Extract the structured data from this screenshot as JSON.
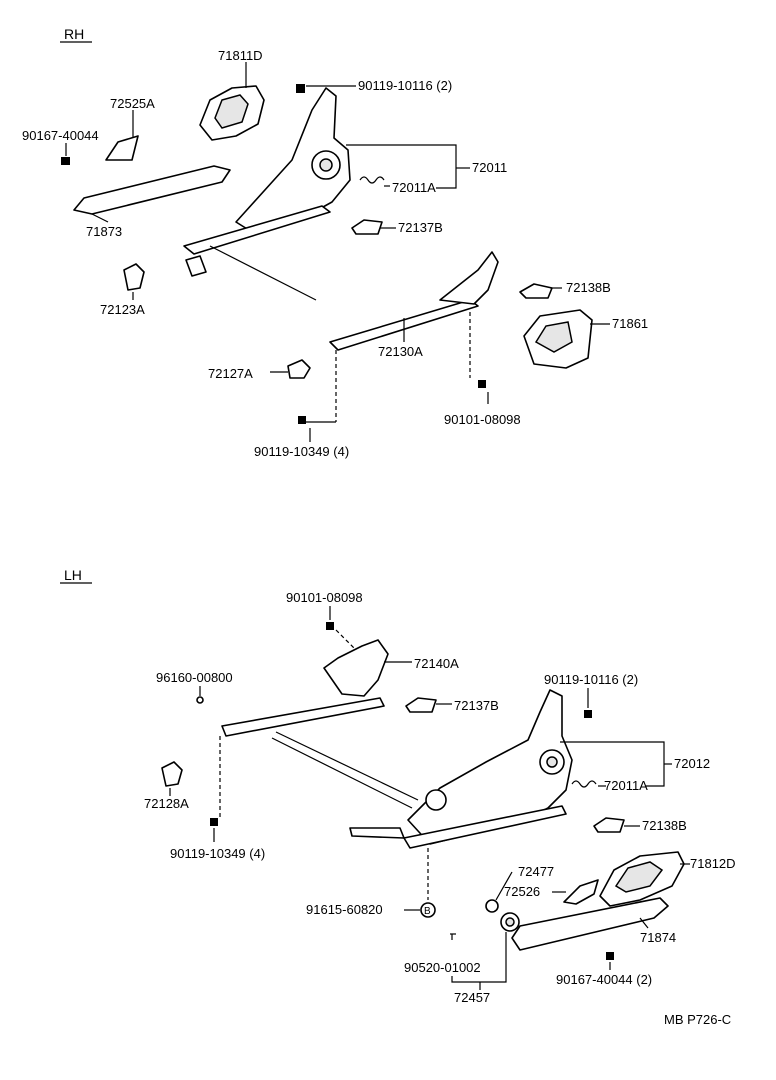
{
  "sections": {
    "rh": "RH",
    "lh": "LH"
  },
  "labels": {
    "l_71811D": "71811D",
    "l_90119_10116_2_rh": "90119-10116 (2)",
    "l_72525A": "72525A",
    "l_90167_40044": "90167-40044",
    "l_72011": "72011",
    "l_72011A_rh": "72011A",
    "l_71873": "71873",
    "l_72137B_rh": "72137B",
    "l_72123A": "72123A",
    "l_72138B_rh": "72138B",
    "l_71861": "71861",
    "l_72130A": "72130A",
    "l_72127A": "72127A",
    "l_90101_08098_rh": "90101-08098",
    "l_90119_10349_4_rh": "90119-10349 (4)",
    "l_90101_08098_lh": "90101-08098",
    "l_72140A": "72140A",
    "l_96160_00800": "96160-00800",
    "l_72137B_lh": "72137B",
    "l_90119_10116_2_lh": "90119-10116 (2)",
    "l_72012": "72012",
    "l_72011A_lh": "72011A",
    "l_72128A": "72128A",
    "l_72138B_lh": "72138B",
    "l_90119_10349_4_lh": "90119-10349 (4)",
    "l_72477": "72477",
    "l_71812D": "71812D",
    "l_72526": "72526",
    "l_71874": "71874",
    "l_91615_60820": "91615-60820",
    "l_B": "B",
    "l_90520_01002": "90520-01002",
    "l_90167_40044_2": "90167-40044 (2)",
    "l_72457": "72457"
  },
  "figure_code": "MB P726-C"
}
